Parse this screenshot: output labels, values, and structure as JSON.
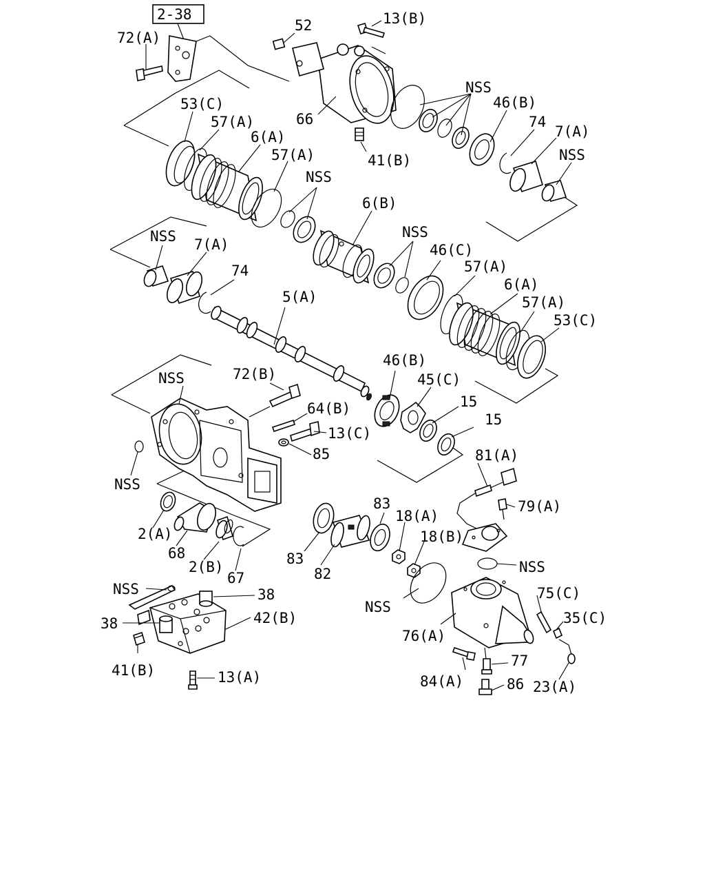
{
  "page_ref": "2-38",
  "labels": [
    "72(A)",
    "52",
    "13(B)",
    "NSS",
    "46(B)",
    "74",
    "7(A)",
    "NSS",
    "53(C)",
    "57(A)",
    "6(A)",
    "57(A)",
    "NSS",
    "66",
    "41(B)",
    "6(B)",
    "NSS",
    "NSS",
    "7(A)",
    "74",
    "46(C)",
    "57(A)",
    "6(A)",
    "57(A)",
    "53(C)",
    "5(A)",
    "NSS",
    "72(B)",
    "46(B)",
    "45(C)",
    "15",
    "15",
    "64(B)",
    "13(C)",
    "85",
    "NSS",
    "81(A)",
    "2(A)",
    "68",
    "2(B)",
    "67",
    "83",
    "83",
    "82",
    "18(A)",
    "18(B)",
    "79(A)",
    "NSS",
    "NSS",
    "38",
    "38",
    "42(B)",
    "41(B)",
    "13(A)",
    "NSS",
    "76(A)",
    "75(C)",
    "35(C)",
    "84(A)",
    "77",
    "86",
    "23(A)"
  ],
  "colors": {
    "line": "#000000",
    "background": "#ffffff"
  }
}
